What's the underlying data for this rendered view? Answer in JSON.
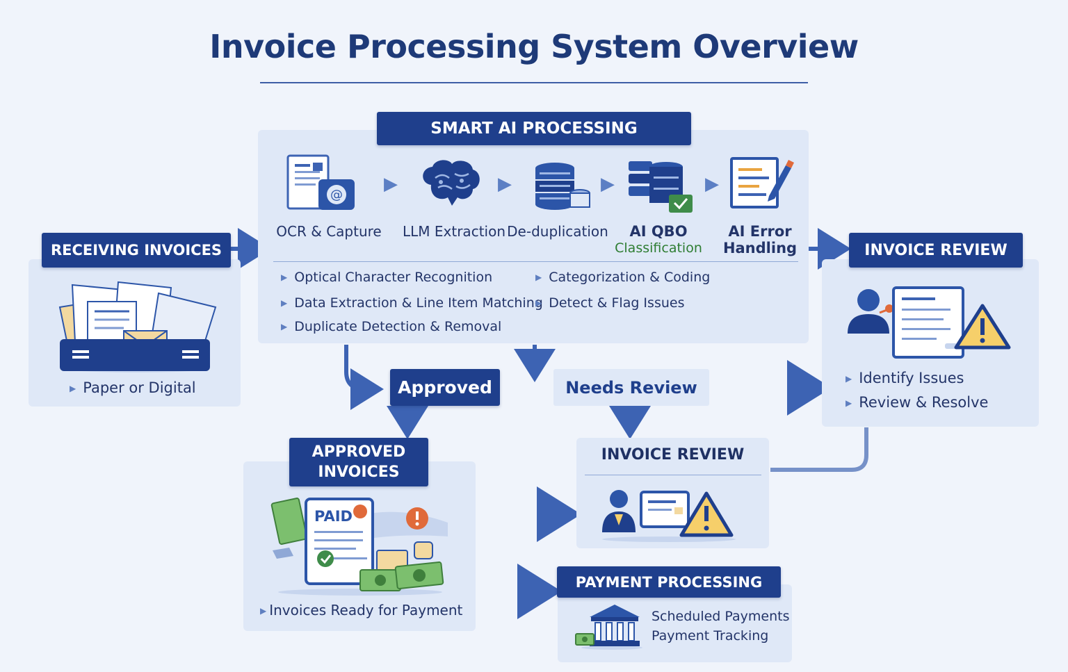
{
  "title": "Invoice Processing System Overview",
  "smart_ai": {
    "header": "SMART AI PROCESSING",
    "steps": [
      {
        "label": "OCR & Capture",
        "icon": "ocr-document-icon"
      },
      {
        "label": "LLM Extraction",
        "icon": "brain-icon"
      },
      {
        "label": "De-duplication",
        "icon": "database-icon"
      },
      {
        "label_line1": "AI QBO",
        "label_line2": "Classification",
        "icon": "database-check-icon"
      },
      {
        "label_line1": "AI Error",
        "label_line2": "Handling",
        "icon": "edit-document-icon"
      }
    ],
    "bullets_left": [
      "Optical Character Recognition",
      "Data Extraction & Line Item Matching",
      "Duplicate Detection & Removal"
    ],
    "bullets_right": [
      "Categorization & Coding",
      "Detect & Flag Issues"
    ]
  },
  "receiving": {
    "header": "RECEIVING INVOICES",
    "bullet": "Paper or Digital"
  },
  "invoice_review_right": {
    "header": "INVOICE REVIEW",
    "bullets": [
      "Identify Issues",
      "Review & Resolve"
    ]
  },
  "approved_label": "Approved",
  "needs_review_label": "Needs Review",
  "approved_invoices": {
    "header_line1": "APPROVED",
    "header_line2": "INVOICES",
    "paid_stamp": "PAID",
    "bullet": "Invoices Ready for Payment"
  },
  "invoice_review_center": {
    "header": "INVOICE REVIEW"
  },
  "payment": {
    "header": "PAYMENT PROCESSING",
    "lines": [
      "Scheduled Payments",
      "Payment Tracking"
    ]
  },
  "colors": {
    "navy": "#1f3f8c",
    "panel": "#dfe8f7",
    "arrow": "#4a6fb8",
    "warning": "#f0c060",
    "money": "#6bb36b",
    "orange": "#e06a3a"
  }
}
